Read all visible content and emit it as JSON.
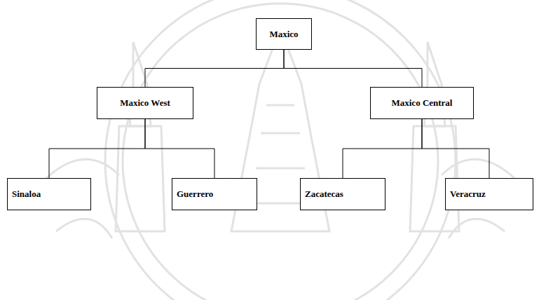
{
  "diagram": {
    "nodes": [
      {
        "text": [
          "Maxico"
        ]
      },
      {
        "text": [
          "Maxico West"
        ]
      },
      {
        "text": [
          "Maxico Central"
        ]
      },
      {
        "text": [
          "Sinaloa"
        ]
      },
      {
        "text": [
          "Guerrero"
        ]
      },
      {
        "text": [
          "Zacatecas"
        ]
      },
      {
        "text": [
          "Veracruz"
        ]
      }
    ],
    "edges": [
      {
        "from": 0,
        "to": 1,
        "arrow": "none"
      },
      {
        "from": 0,
        "to": 2,
        "arrow": "none"
      },
      {
        "from": 1,
        "to": 3,
        "arrow": "none"
      },
      {
        "from": 1,
        "to": 4,
        "arrow": "none"
      },
      {
        "from": 2,
        "to": 5,
        "arrow": "none"
      },
      {
        "from": 2,
        "to": 6,
        "arrow": "none"
      }
    ]
  }
}
